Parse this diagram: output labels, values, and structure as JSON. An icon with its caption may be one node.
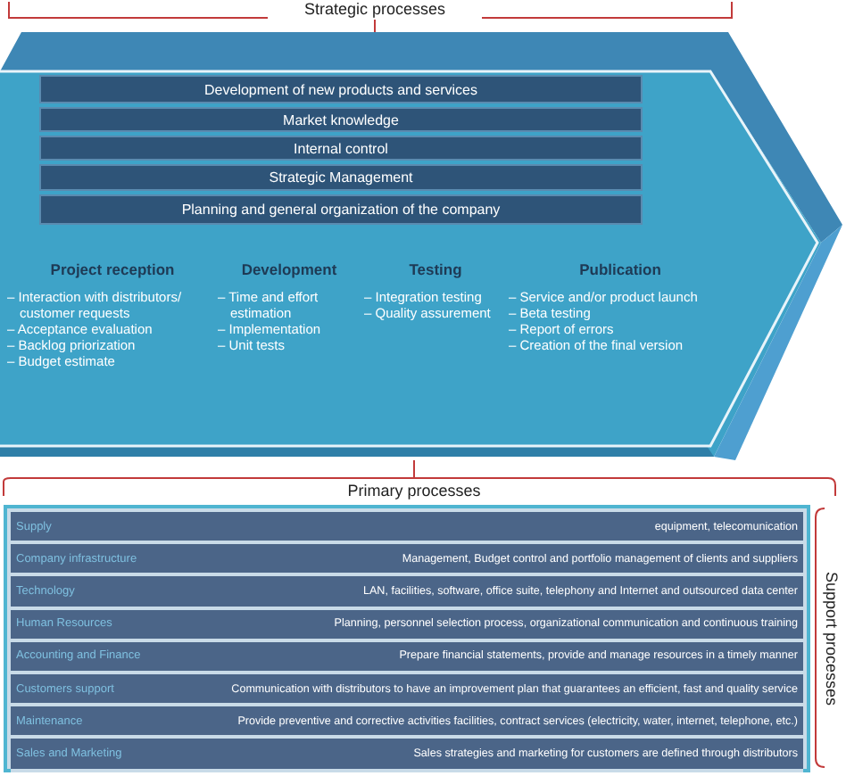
{
  "diagram": {
    "nodes": [
      {
        "text": [],
        "shape": "chevron"
      },
      {
        "text": [
          "Development of new products and services"
        ],
        "in": 0
      },
      {
        "text": [
          "Market knowledge"
        ],
        "in": 0
      },
      {
        "text": [
          "Internal control"
        ],
        "in": 0
      },
      {
        "text": [
          "Strategic Management"
        ],
        "in": 0
      },
      {
        "text": [
          "Planning and general organization of the company"
        ],
        "in": 0
      },
      {
        "text": [
          "Project reception",
          "– Interaction with distributors/ customer requests",
          "– Acceptance evaluation",
          "– Backlog priorization",
          "– Budget estimate"
        ],
        "in": 0
      },
      {
        "text": [
          "Development",
          "– Time and effort estimation",
          "– Implementation",
          "– Unit tests"
        ],
        "in": 0
      },
      {
        "text": [
          "Testing",
          "– Integration testing",
          "– Quality assurement"
        ],
        "in": 0
      },
      {
        "text": [
          "Publication",
          "– Service and/or product launch",
          "– Beta testing",
          "– Report of errors",
          "– Creation of the final version"
        ],
        "in": 0
      },
      {
        "text": [],
        "shape": "box"
      },
      {
        "text": [
          "Supply",
          "equipment, telecomunication"
        ],
        "in": 10
      },
      {
        "text": [
          "Company infrastructure",
          "Management, Budget control and portfolio management of clients and suppliers"
        ],
        "in": 10
      },
      {
        "text": [
          "Technology",
          "LAN, facilities, software, office suite, telephony and Internet and outsourced data center"
        ],
        "in": 10
      },
      {
        "text": [
          "Human Resources",
          "Planning, personnel selection process, organizational communication and continuous training"
        ],
        "in": 10
      },
      {
        "text": [
          "Accounting and Finance",
          "Prepare financial statements, provide and manage resources in a timely manner"
        ],
        "in": 10
      },
      {
        "text": [
          "Customers support",
          "Communication with distributors to have an improvement plan that guarantees an efficient, fast and quality service"
        ],
        "in": 10
      },
      {
        "text": [
          "Maintenance",
          "Provide preventive and corrective activities facilities, contract services (electricity, water, internet, telephone, etc.)"
        ],
        "in": 10
      },
      {
        "text": [
          "Sales and Marketing",
          "Sales strategies and marketing for customers are defined through distributors"
        ],
        "in": 10
      }
    ],
    "labels": [
      "Strategic processes",
      "Primary processes",
      "Support processes"
    ]
  }
}
